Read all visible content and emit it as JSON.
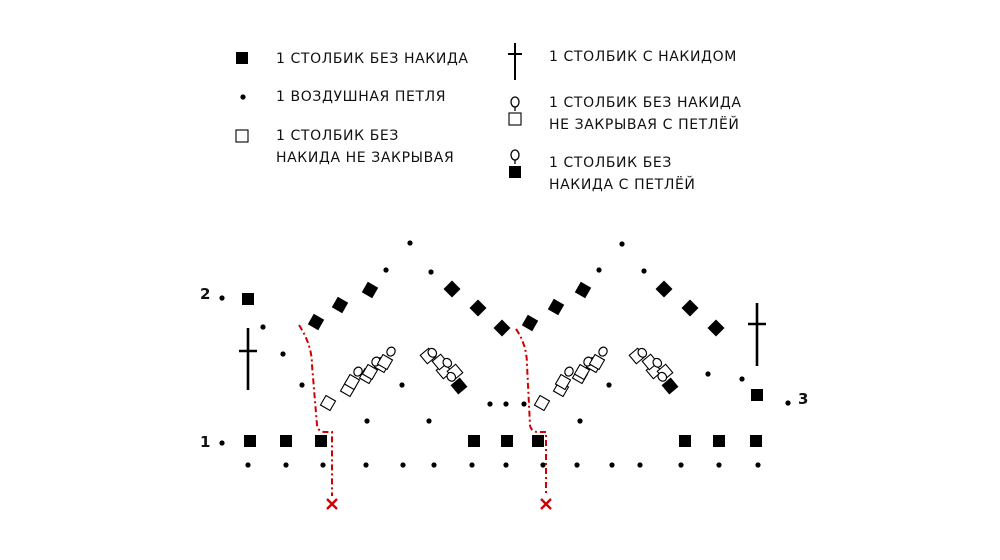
{
  "legend": {
    "sc": "1 СТОЛБИК БЕЗ НАКИДА",
    "chain": "1 ВОЗДУШНАЯ ПЕТЛЯ",
    "sc_unclosed_line1": "1 СТОЛБИК БЕЗ",
    "sc_unclosed_line2": "НАКИДА НЕ ЗАКРЫВАЯ",
    "dc": "1 СТОЛБИК С НАКИДОМ",
    "sc_loop_unclosed_line1": "1 СТОЛБИК БЕЗ НАКИДА",
    "sc_loop_unclosed_line2": "НЕ ЗАКРЫВАЯ С ПЕТЛЁЙ",
    "sc_loop_line1": "1 СТОЛБИК БЕЗ",
    "sc_loop_line2": "НАКИДА С ПЕТЛЁЙ"
  },
  "row_labels": {
    "row1": "1",
    "row2": "2",
    "row3": "3"
  },
  "colors": {
    "symbol": "#000000",
    "cut_line": "#d10000"
  }
}
